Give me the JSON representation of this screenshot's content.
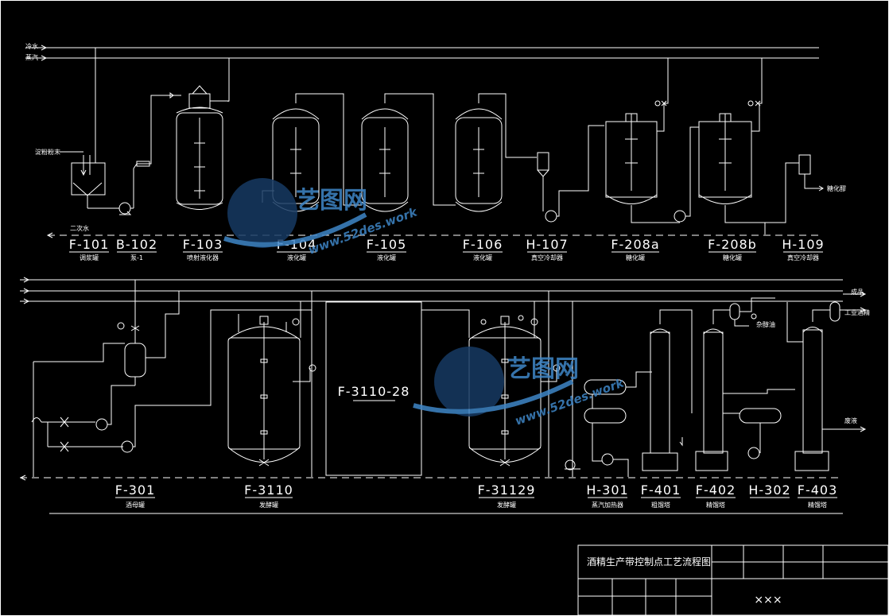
{
  "streams": {
    "cooling_water": "冷水",
    "steam": "蒸汽",
    "raw_material": "淀粉粉末",
    "secondary_water": "二次水",
    "to_saccharification": "糖化醪",
    "product": "成品",
    "industrial_alcohol": "工业酒精",
    "fusel_oil": "杂醇油",
    "waste": "废液"
  },
  "equipment_top": [
    {
      "id": "F-101",
      "name": "调浆罐"
    },
    {
      "id": "B-102",
      "name": "泵-1"
    },
    {
      "id": "F-103",
      "name": "喷射液化器"
    },
    {
      "id": "F-104",
      "name": "液化罐"
    },
    {
      "id": "F-105",
      "name": "液化罐"
    },
    {
      "id": "F-106",
      "name": "液化罐"
    },
    {
      "id": "H-107",
      "name": "真空冷却器"
    },
    {
      "id": "F-208a",
      "name": "糖化罐"
    },
    {
      "id": "F-208b",
      "name": "糖化罐"
    },
    {
      "id": "H-109",
      "name": "真空冷却器"
    }
  ],
  "equipment_bottom": [
    {
      "id": "F-301",
      "name": "酒母罐"
    },
    {
      "id": "F-3110",
      "name": "发酵罐"
    },
    {
      "id": "F-31129",
      "name": "发酵罐"
    },
    {
      "id": "H-301",
      "name": "蒸汽加热器"
    },
    {
      "id": "F-401",
      "name": "粗馏塔"
    },
    {
      "id": "F-402",
      "name": "精馏塔"
    },
    {
      "id": "H-302",
      "name": ""
    },
    {
      "id": "F-403",
      "name": "精馏塔"
    }
  ],
  "middle_block": "F-3110-28",
  "title_block": {
    "title": "酒精生产带控制点工艺流程图",
    "author": "×××"
  },
  "watermark": {
    "text": "艺图网",
    "url": "www.52des.work"
  }
}
